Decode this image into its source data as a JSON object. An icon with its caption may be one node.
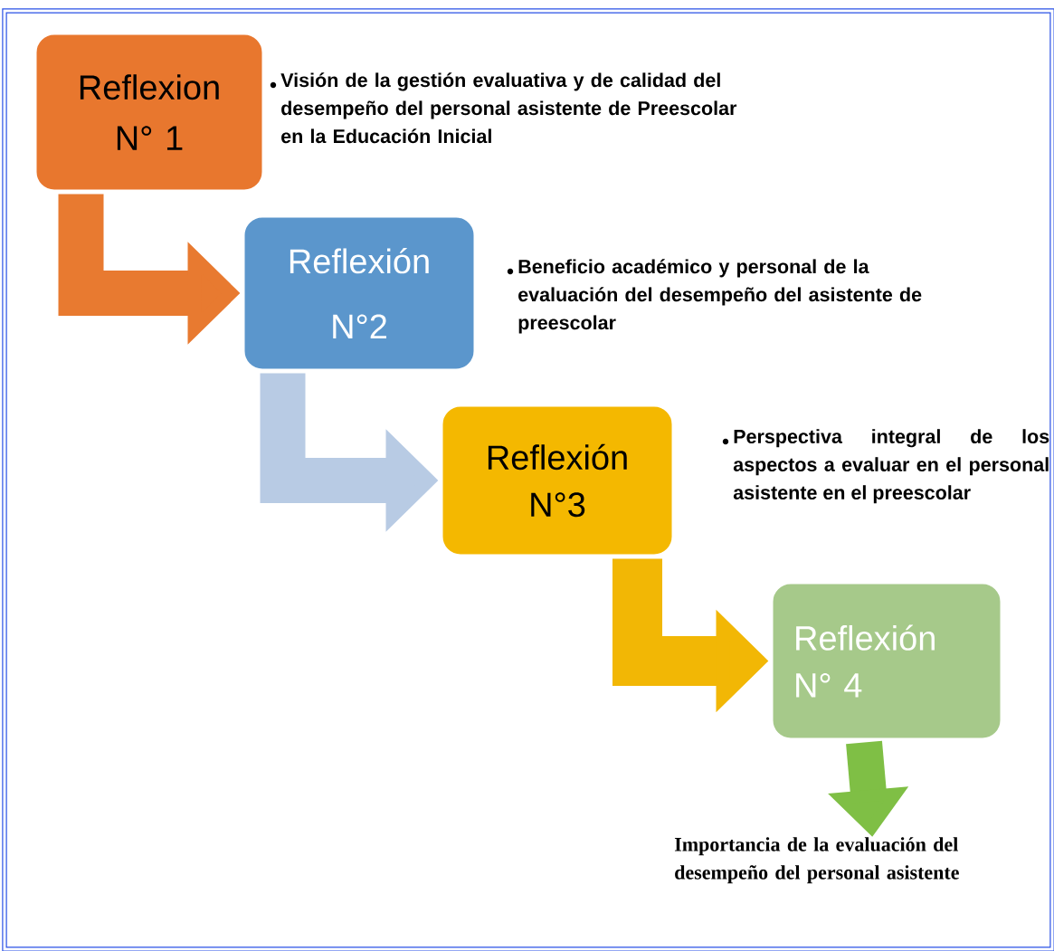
{
  "diagram": {
    "nodes": [
      {
        "text": [
          "Reflexion N° 1"
        ],
        "beside": [
          "Visión de la gestión evaluativa y de calidad del desempeño del personal asistente de Preescolar en la  Educación Inicial"
        ]
      },
      {
        "text": [
          "Reflexión N°2"
        ],
        "beside": [
          "Beneficio académico y personal de la evaluación del desempeño del asistente de preescolar"
        ]
      },
      {
        "text": [
          "Reflexión N°3"
        ],
        "beside": [
          "Perspectiva integral de los aspectos a evaluar en el personal asistente en el preescolar"
        ]
      },
      {
        "text": [
          "Reflexión N° 4"
        ]
      },
      {
        "text": [
          "Importancia de la evaluación del desempeño del personal asistente"
        ]
      }
    ],
    "edges": [
      {
        "from": 0,
        "to": 1,
        "arrow": "to",
        "color": "#e87a30"
      },
      {
        "from": 1,
        "to": 2,
        "arrow": "to",
        "color": "#b8cbe4"
      },
      {
        "from": 2,
        "to": 3,
        "arrow": "to",
        "color": "#f2b705"
      },
      {
        "from": 3,
        "to": 4,
        "arrow": "to",
        "color": "#7fbf45"
      }
    ]
  }
}
